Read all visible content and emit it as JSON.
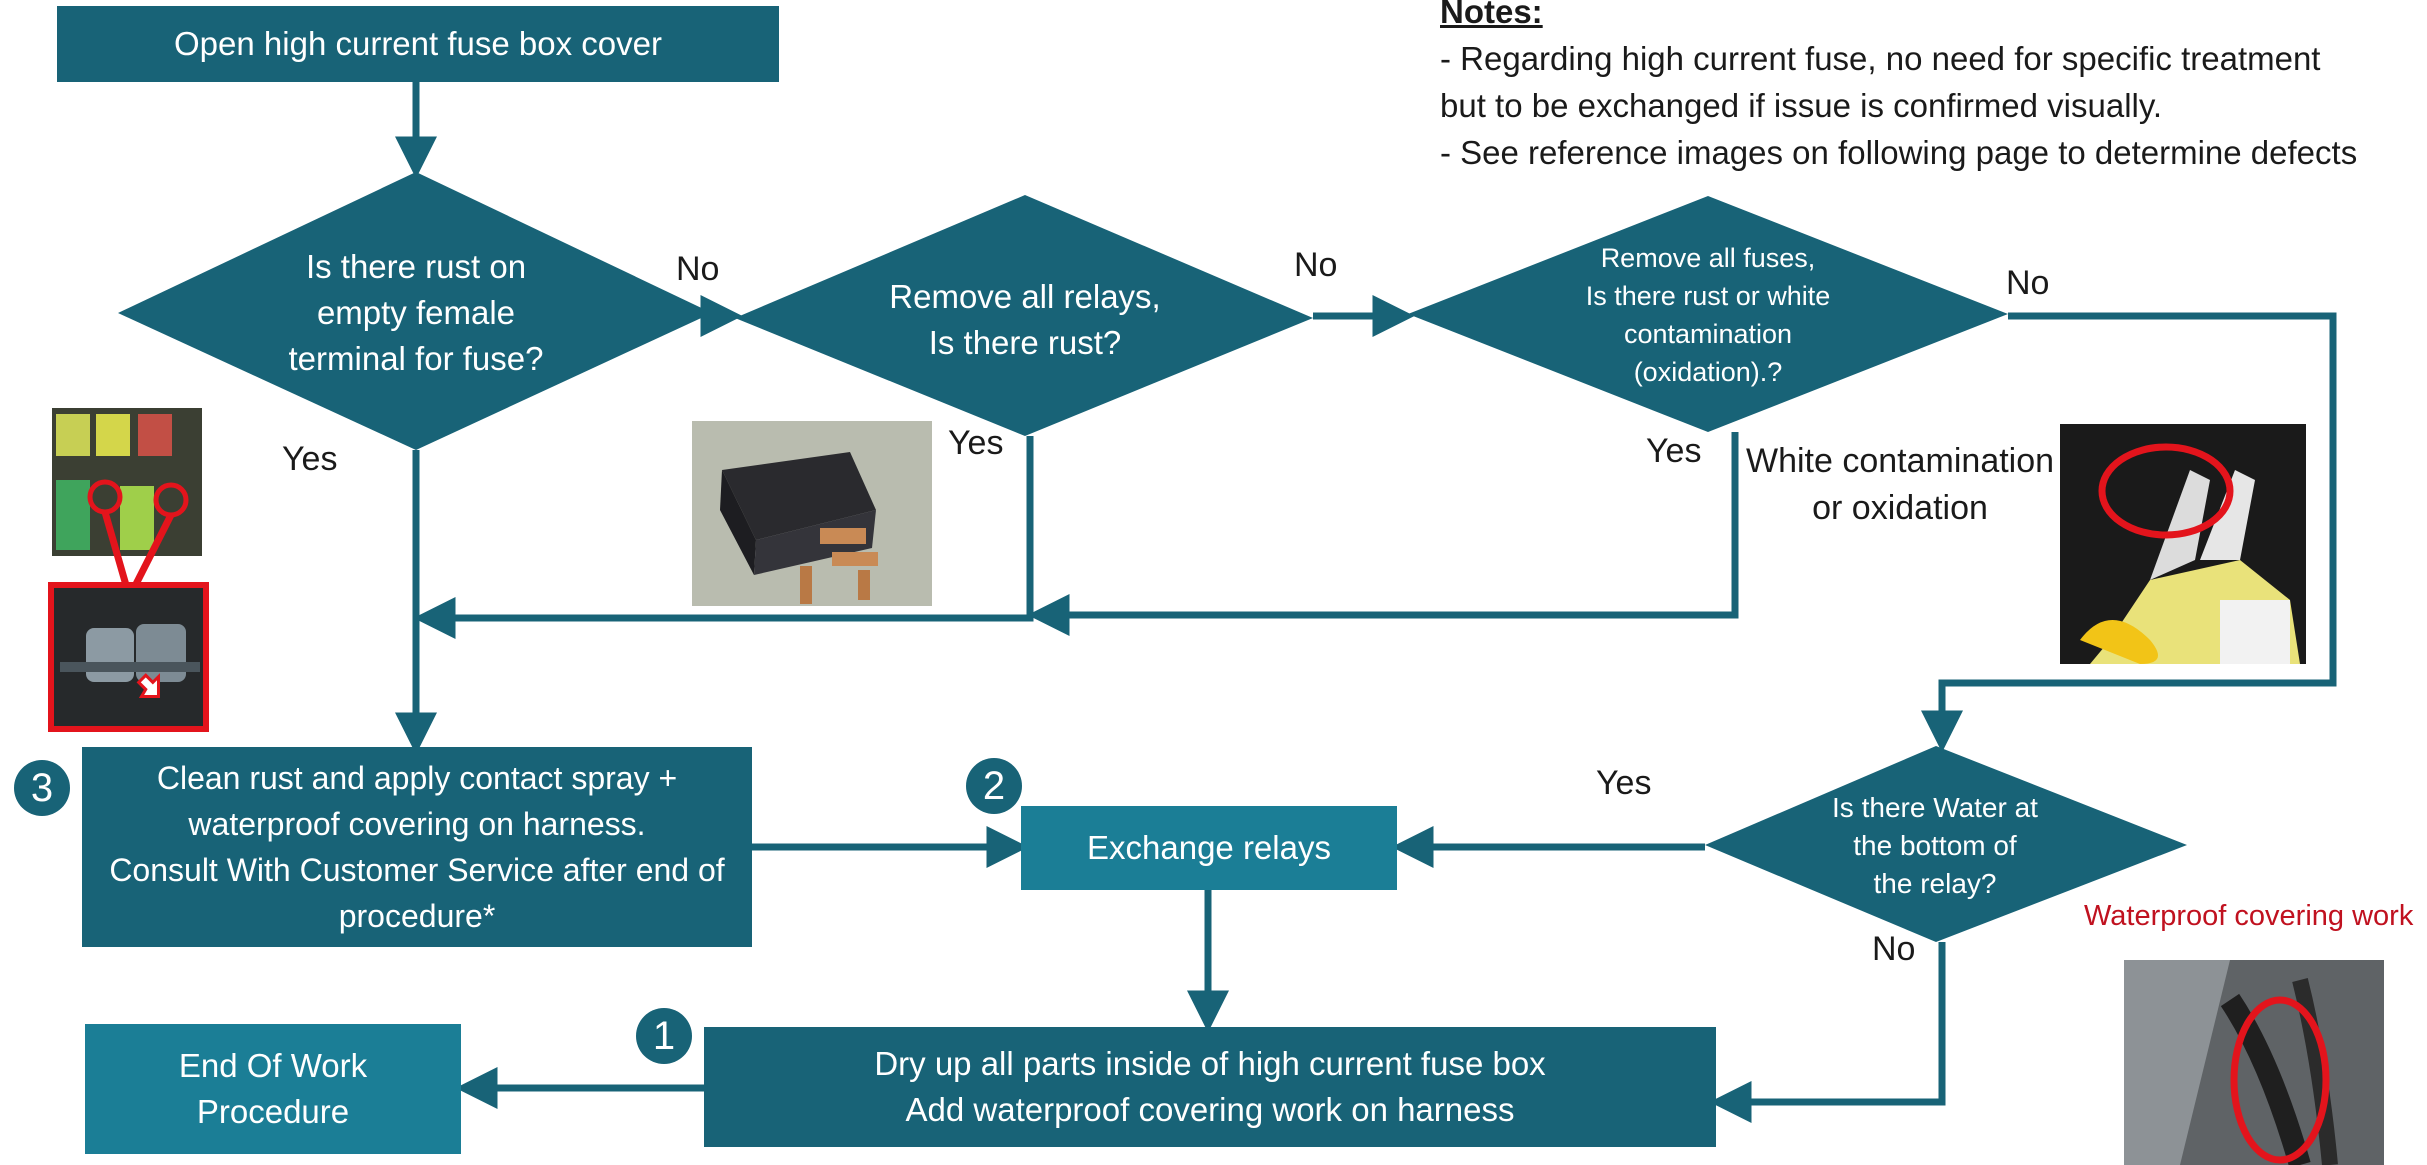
{
  "boxes": {
    "open_cover": "Open high current fuse box cover",
    "clean_rust": "Clean rust and apply contact spray +\nwaterproof covering on harness.\nConsult With Customer Service after end of\nprocedure*",
    "exchange_relays": "Exchange relays",
    "dry_up": "Dry up all parts inside of high current fuse box\nAdd waterproof  covering work on harness",
    "end_of_work": "End Of Work\nProcedure"
  },
  "decisions": {
    "rust_female_terminal": "Is there rust on\nempty female\nterminal for fuse?",
    "remove_relays": "Remove all relays,\nIs there rust?",
    "remove_fuses": "Remove all fuses,\nIs there rust or white\ncontamination\n(oxidation).?",
    "water_relay": "Is there Water at\nthe bottom of\nthe relay?"
  },
  "labels": {
    "no_1": "No",
    "no_2": "No",
    "no_3": "No",
    "no_4": "No",
    "yes_1": "Yes",
    "yes_2": "Yes",
    "yes_3": "Yes",
    "yes_4": "Yes",
    "white_contamination": "White contamination\nor oxidation",
    "waterproof_covering_work": "Waterproof covering work"
  },
  "step_numbers": {
    "one": "1",
    "two": "2",
    "three": "3"
  },
  "notes": {
    "title": "Notes:",
    "line1": "- Regarding high current fuse, no need for specific treatment",
    "line2": "but to be exchanged if issue is confirmed visually.",
    "line3": "- See reference images on following page to determine defects"
  },
  "colors": {
    "dark_teal": "#186377",
    "light_teal": "#1b7e96",
    "highlight_red": "#e3141c",
    "annotation_red": "#c0111f"
  }
}
